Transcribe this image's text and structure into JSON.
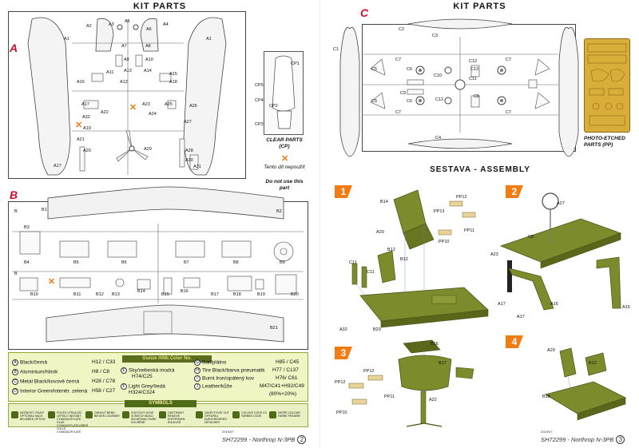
{
  "left_page": {
    "title": "KIT PARTS",
    "sprue_a": {
      "letter": "A",
      "labels": [
        "A1",
        "A1",
        "A2",
        "A3",
        "A4",
        "A5",
        "A6",
        "A7",
        "A8",
        "A9",
        "A10",
        "A11",
        "A12",
        "A13",
        "A14",
        "A15",
        "A16",
        "A17",
        "A17",
        "A18",
        "A19",
        "A20",
        "A21",
        "A22",
        "A23",
        "A24",
        "A25",
        "A26",
        "A27",
        "A28",
        "A29",
        "A30",
        "A31",
        "A32"
      ]
    },
    "clear_parts": {
      "caption": "CLEAR PARTS (CP)",
      "labels": [
        "CP1",
        "CP2",
        "CP3",
        "CP4",
        "CP5"
      ]
    },
    "do_not_use": {
      "cz": "Tento díl nepoužít",
      "en": "Do not use this part"
    },
    "sprue_b": {
      "letter": "B",
      "labels": [
        "B1",
        "B2",
        "B3",
        "B4",
        "B5",
        "B6",
        "B7",
        "B8",
        "B9",
        "B10",
        "B11",
        "B12",
        "B13",
        "B14",
        "B15",
        "B16",
        "B17",
        "B18",
        "B19",
        "B20",
        "B21",
        "B",
        "B"
      ]
    },
    "colour_banner": "Gunze H/Mr.Color No.",
    "legend": {
      "left": [
        {
          "key": "A",
          "name": "Black/černá",
          "code": "H12 / C33"
        },
        {
          "key": "B",
          "name": "Aluminium/hliník",
          "code": "H8 / C8"
        },
        {
          "key": "C",
          "name": "Metal Black/kovově černá",
          "code": "H28 / C78"
        },
        {
          "key": "D",
          "name": "Interior Green/interiér. zelená",
          "code": "H58 / C27"
        }
      ],
      "middle": [
        {
          "key": "E",
          "name": "Sky/nebeská modrá",
          "code": "H74/C25"
        },
        {
          "key": "F",
          "name": "Light Grey/šedá",
          "code": "H324/C324"
        }
      ],
      "right": [
        {
          "key": "G",
          "name": "Sail/plátno",
          "code": "H85 / C45"
        },
        {
          "key": "H",
          "name": "Tire Black/barva pneumatik",
          "code": "H77 / C137"
        },
        {
          "key": "I",
          "name": "Burnt Iron/opálený kov",
          "code": "H76/ C61"
        },
        {
          "key": "J",
          "name": "Leather/kůže",
          "code": "M47/C41+H92/C49"
        }
      ],
      "ratio": "(80%+20%)"
    },
    "symbols": {
      "title": "SYMBOLS",
      "items": [
        "MOŽNOST VOLBY OPTIONAL NACH BELIEBEN OPTION",
        "POUŽIJ VTEKAJÍCÍ LEPIDLO INSTANT CYANOACRYLATE GLUE CYANACRYLATKLEBER COLLE CYANOACRYLATE",
        "OHNOUT BEND BIEGEN COURBER",
        "ZHOTOVIT NOVÉ SCRATCH BUILD SELBSTBAU FAIRE SOI-MÊME",
        "ODSTRANIT REMOVE ENTFERNEN ENLEVER",
        "ZAKRYTOVAT CUT OFF/DRILL DURCHBOHREN DÉTACHER",
        "COLOUR CODE CS FARBEN CODE",
        "NÁTĚR COLOUR FARBE PEINDRE"
      ]
    },
    "footer": {
      "code": "SH72299 - Northrop N-3PB",
      "date": "2019/07",
      "page": "2"
    }
  },
  "right_page": {
    "title": "KIT PARTS",
    "sprue_c": {
      "letter": "C",
      "labels": [
        "C1",
        "C2",
        "C3",
        "C4",
        "C5",
        "C5",
        "C6",
        "C6",
        "C7",
        "C7",
        "C7",
        "C7",
        "C8",
        "C9",
        "C10",
        "C11",
        "C12",
        "C12",
        "C13"
      ]
    },
    "photo_etched": {
      "caption": "PHOTO-ETCHED PARTS (PP)"
    },
    "assembly_title": "SESTAVA - ASSEMBLY",
    "steps": [
      {
        "number": "1",
        "labels": [
          "B14",
          "A29",
          "C11",
          "C11",
          "B12",
          "B20",
          "A32",
          "PP12",
          "PP11",
          "PP10",
          "B12",
          "PP13"
        ]
      },
      {
        "number": "2",
        "labels": [
          "A27",
          "A23",
          "A17",
          "A17",
          "A16",
          "A15",
          "C8"
        ]
      },
      {
        "number": "3",
        "labels": [
          "B16",
          "B17",
          "PP12",
          "PP11",
          "PP10",
          "PP12",
          "A22"
        ]
      },
      {
        "number": "4",
        "labels": [
          "A29",
          "B12",
          "B18"
        ]
      }
    ],
    "footer": {
      "code": "SH72299 - Northrop N-3PB",
      "date": "2019/07",
      "page": "3"
    }
  },
  "colors": {
    "accent_red": "#c8102e",
    "step_orange": "#f27c12",
    "interior_green": "#7c8b2b",
    "legend_bg": "#f0f5c4",
    "brass": "#d9ad3a"
  }
}
